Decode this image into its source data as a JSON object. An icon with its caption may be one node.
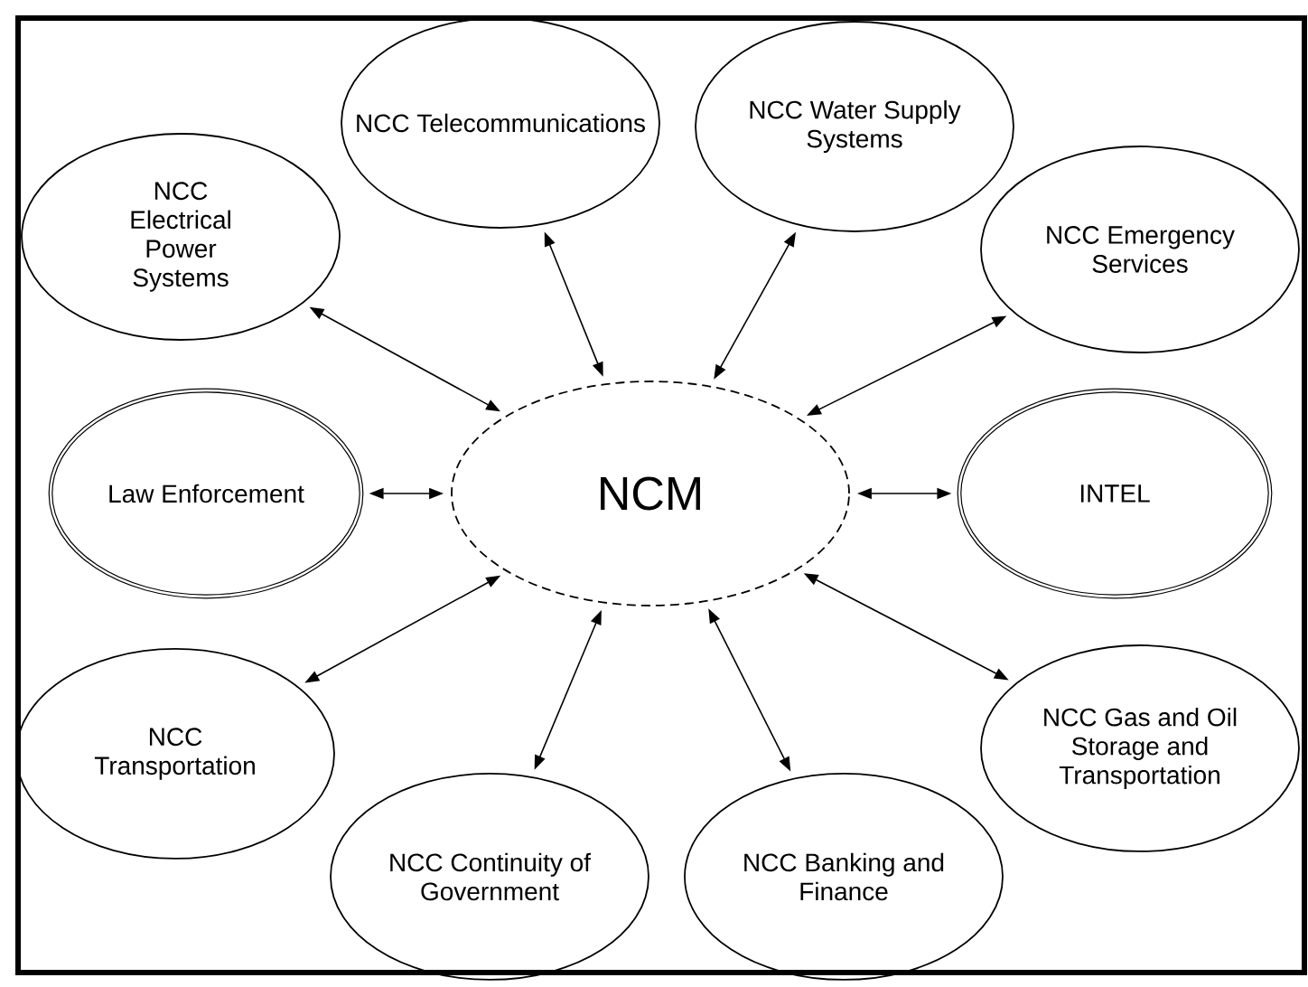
{
  "diagram": {
    "nodes": [
      {
        "text": [
          "NCC Telecommunications"
        ]
      },
      {
        "text": [
          "NCC Water Supply Systems"
        ]
      },
      {
        "text": [
          "NCC Electrical Power Systems"
        ]
      },
      {
        "text": [
          "NCC Emergency Services"
        ]
      },
      {
        "text": [
          "Law Enforcement"
        ]
      },
      {
        "text": [
          "NCM"
        ]
      },
      {
        "text": [
          "INTEL"
        ]
      },
      {
        "text": [
          "NCC Transportation"
        ]
      },
      {
        "text": [
          "NCC Gas and Oil Storage and Transportation"
        ]
      },
      {
        "text": [
          "NCC Continuity of Government"
        ]
      },
      {
        "text": [
          "NCC Banking and Finance"
        ]
      }
    ],
    "edges": [
      {
        "from": 0,
        "to": 5,
        "arrow": "both"
      },
      {
        "from": 1,
        "to": 5,
        "arrow": "both"
      },
      {
        "from": 2,
        "to": 5,
        "arrow": "both"
      },
      {
        "from": 3,
        "to": 5,
        "arrow": "both"
      },
      {
        "from": 4,
        "to": 5,
        "arrow": "both"
      },
      {
        "from": 6,
        "to": 5,
        "arrow": "both"
      },
      {
        "from": 7,
        "to": 5,
        "arrow": "both"
      },
      {
        "from": 8,
        "to": 5,
        "arrow": "both"
      },
      {
        "from": 9,
        "to": 5,
        "arrow": "both"
      },
      {
        "from": 10,
        "to": 5,
        "arrow": "both"
      }
    ]
  }
}
